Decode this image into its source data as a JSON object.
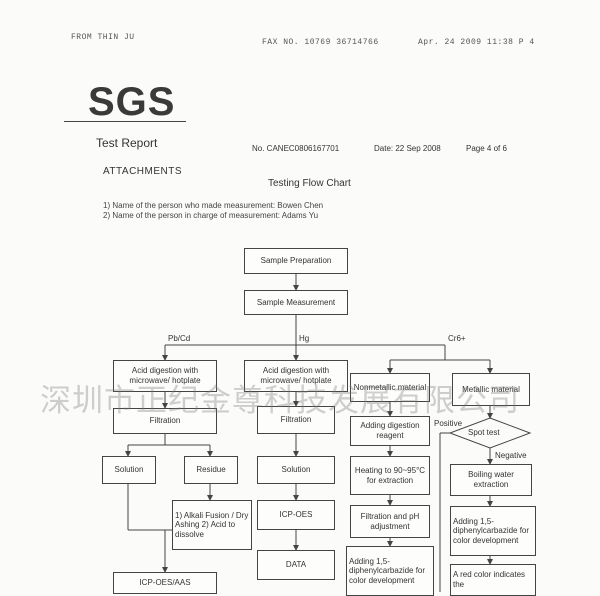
{
  "fax_header": {
    "from": "FROM THIN JU",
    "fax_no": "FAX NO. 10769 36714766",
    "date_page": "Apr. 24 2009 11:38  P 4"
  },
  "logo": "SGS",
  "report_title": "Test Report",
  "report": {
    "number": "No. CANEC0806167701",
    "date": "Date: 22 Sep 2008",
    "page": "Page 4 of 6"
  },
  "attachments_label": "ATTACHMENTS",
  "flow_title": "Testing Flow Chart",
  "persons": [
    "1) Name of the person who made measurement: Bowen Chen",
    "2) Name of the person in charge of measurement: Adams Yu"
  ],
  "flow": {
    "sample_preparation": "Sample Preparation",
    "sample_measurement": "Sample Measurement",
    "branch_pbcd": "Pb/Cd",
    "branch_hg": "Hg",
    "branch_cr": "Cr6+",
    "pbcd": {
      "digestion": "Acid digestion with microwave/ hotplate",
      "filtration": "Filtration",
      "solution": "Solution",
      "residue": "Residue",
      "alkali": "1) Alkali Fusion / Dry Ashing 2) Acid to dissolve",
      "icp": "ICP-OES/AAS"
    },
    "hg": {
      "digestion": "Acid digestion with microwave/ hotplate",
      "filtration": "Filtration",
      "solution": "Solution",
      "icp": "ICP-OES",
      "data": "DATA"
    },
    "cr_nonmetallic": {
      "title": "Nonmetallic material",
      "step1": "Adding digestion reagent",
      "step2": "Heating to 90~95°C for extraction",
      "step3": "Filtration and pH adjustment",
      "step4": "Adding 1,5-diphenylcarbazide for color development"
    },
    "cr_metallic": {
      "title": "Metallic material",
      "spot_test": "Spot test",
      "positive": "Positive",
      "negative": "Negative",
      "step1": "Boiling water extraction",
      "step2": "Adding 1,5-diphenylcarbazide for color development",
      "step3": "A red color indicates the"
    }
  },
  "watermark": "深圳市正纪金尊科技发展有限公司"
}
